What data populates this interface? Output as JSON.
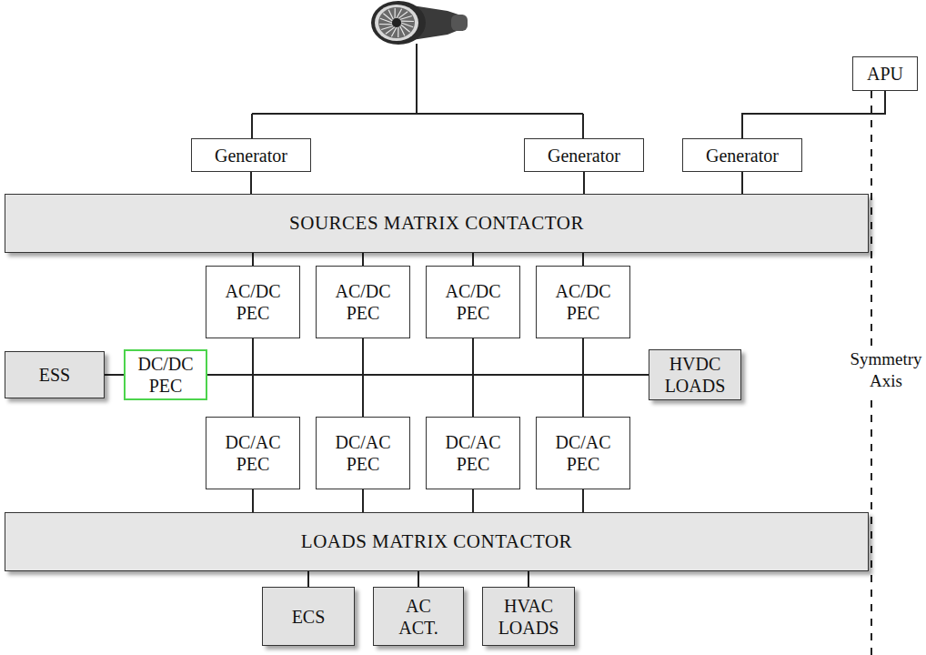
{
  "diagram": {
    "nodes": [
      {
        "text": [
          "APU"
        ]
      },
      {
        "text": [
          "Generator"
        ]
      },
      {
        "text": [
          "Generator"
        ]
      },
      {
        "text": [
          "Generator"
        ]
      },
      {
        "text": [
          "SOURCES MATRIX CONTACTOR"
        ]
      },
      {
        "text": [
          "AC/DC PEC"
        ]
      },
      {
        "text": [
          "AC/DC PEC"
        ]
      },
      {
        "text": [
          "AC/DC PEC"
        ]
      },
      {
        "text": [
          "AC/DC PEC"
        ]
      },
      {
        "text": [
          "ESS"
        ]
      },
      {
        "text": [
          "DC/DC PEC"
        ]
      },
      {
        "text": [
          "HVDC LOADS"
        ]
      },
      {
        "text": [
          "DC/AC PEC"
        ]
      },
      {
        "text": [
          "DC/AC PEC"
        ]
      },
      {
        "text": [
          "DC/AC PEC"
        ]
      },
      {
        "text": [
          "DC/AC PEC"
        ]
      },
      {
        "text": [
          "LOADS MATRIX CONTACTOR"
        ]
      },
      {
        "text": [
          "ECS"
        ]
      },
      {
        "text": [
          "AC ACT."
        ]
      },
      {
        "text": [
          "HVAC LOADS"
        ]
      }
    ],
    "edges": [
      {
        "from": 0,
        "to": 3,
        "arrow": "none"
      },
      {
        "from": 1,
        "to": 4,
        "arrow": "none"
      },
      {
        "from": 2,
        "to": 4,
        "arrow": "none"
      },
      {
        "from": 3,
        "to": 4,
        "arrow": "none"
      },
      {
        "from": 4,
        "to": 5,
        "arrow": "none"
      },
      {
        "from": 4,
        "to": 6,
        "arrow": "none"
      },
      {
        "from": 4,
        "to": 7,
        "arrow": "none"
      },
      {
        "from": 4,
        "to": 8,
        "arrow": "none"
      },
      {
        "from": 9,
        "to": 10,
        "arrow": "none"
      },
      {
        "from": 10,
        "to": 11,
        "arrow": "none"
      },
      {
        "from": 5,
        "to": 12,
        "arrow": "none"
      },
      {
        "from": 6,
        "to": 13,
        "arrow": "none"
      },
      {
        "from": 7,
        "to": 14,
        "arrow": "none"
      },
      {
        "from": 8,
        "to": 15,
        "arrow": "none"
      },
      {
        "from": 12,
        "to": 16,
        "arrow": "none"
      },
      {
        "from": 13,
        "to": 16,
        "arrow": "none"
      },
      {
        "from": 14,
        "to": 16,
        "arrow": "none"
      },
      {
        "from": 15,
        "to": 16,
        "arrow": "none"
      },
      {
        "from": 16,
        "to": 17,
        "arrow": "none"
      },
      {
        "from": 16,
        "to": 18,
        "arrow": "none"
      },
      {
        "from": 16,
        "to": 19,
        "arrow": "none"
      }
    ],
    "labels": [
      "Symmetry Axis"
    ]
  }
}
